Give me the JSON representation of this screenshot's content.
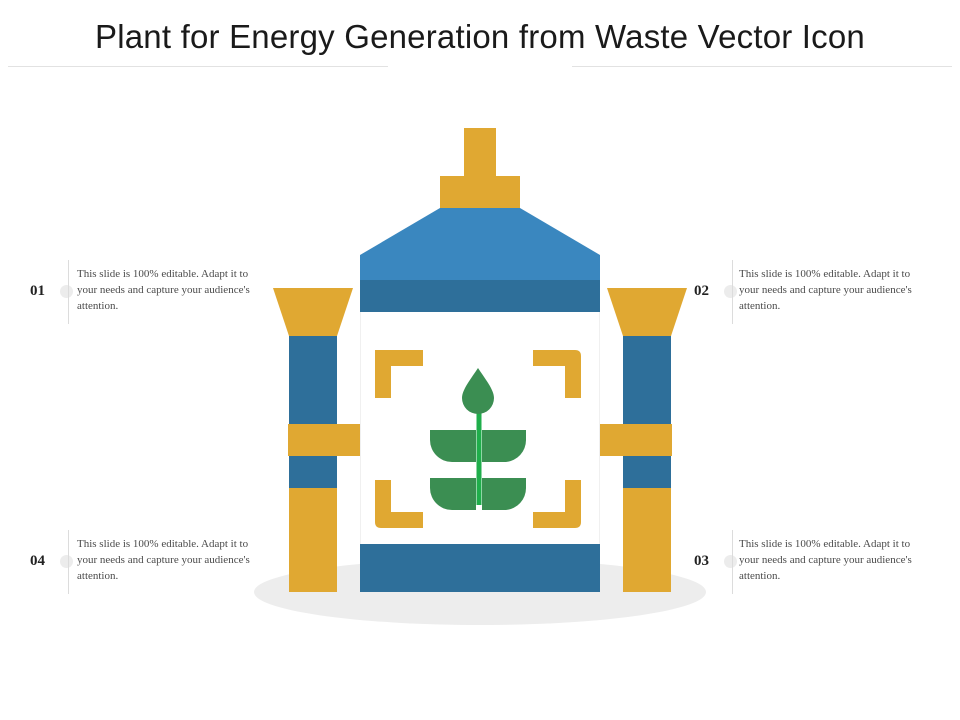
{
  "title": "Plant for Energy Generation from Waste Vector Icon",
  "colors": {
    "blue_light": "#3a87bf",
    "blue_dark": "#2e6f9a",
    "gold": "#e0a832",
    "green": "#3b8e52",
    "green_stem": "#1fae4b",
    "shadow": "#ededed"
  },
  "items": [
    {
      "number": "01",
      "text": "This slide is 100% editable. Adapt it to your needs and capture your audience's attention."
    },
    {
      "number": "02",
      "text": "This slide is 100% editable. Adapt it to your needs and capture your audience's attention."
    },
    {
      "number": "03",
      "text": "This slide is 100% editable. Adapt it to your needs and capture your audience's attention."
    },
    {
      "number": "04",
      "text": "This slide is 100% editable. Adapt it to your needs and capture your audience's attention."
    }
  ]
}
